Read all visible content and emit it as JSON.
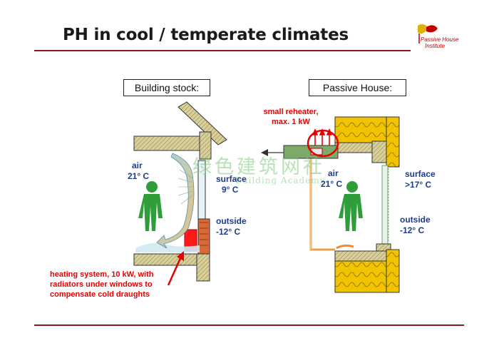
{
  "slide": {
    "title": "PH in cool / temperate climates",
    "logo_line1": "Passive House",
    "logo_line2": "Institute"
  },
  "left": {
    "box_label": "Building stock:",
    "air_label": "air",
    "air_temp": "21° C",
    "surface_label": "surface",
    "surface_temp": "9° C",
    "outside_label": "outside",
    "outside_temp": "-12° C",
    "heating_line1": "heating system, 10 kW, with",
    "heating_line2": "radiators under windows to",
    "heating_line3": "compensate cold draughts"
  },
  "right": {
    "box_label": "Passive House:",
    "reheater_line1": "small reheater,",
    "reheater_line2": "max. 1 kW",
    "air_label": "air",
    "air_temp": "21° C",
    "surface_label": "surface",
    "surface_temp": ">17° C",
    "outside_label": "outside",
    "outside_temp": "-12° C"
  },
  "watermark": {
    "chinese": "绿色建筑网社",
    "english": "Building Academy"
  },
  "colors": {
    "rule": "#8b1a1a",
    "label_blue": "#1f3b8f",
    "alert_red": "#e60000",
    "person_green": "#2f9e3a",
    "insulation_yellow": "#f2c400",
    "wall_olive": "#b9a65a"
  }
}
